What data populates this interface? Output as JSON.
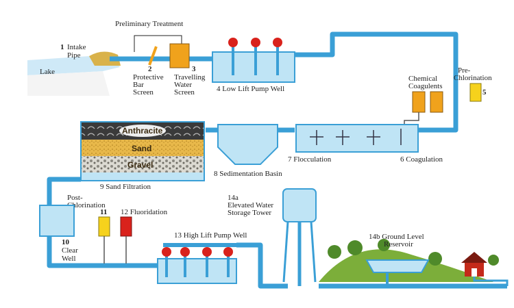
{
  "diagram": {
    "header_label": "Preliminary Treatment",
    "labels": {
      "intake_num": "1",
      "intake": "Intake",
      "pipe": "Pipe",
      "lake": "Lake",
      "screen_num": "2",
      "protective": "Protective",
      "bar": "Bar",
      "screen": "Screen",
      "travel_num": "3",
      "travelling": "Travelling",
      "water": "Water",
      "screen2": "Screen",
      "low_lift": "4 Low Lift Pump Well",
      "prechlor_a": "Pre-",
      "prechlor_b": "Chlorination",
      "prechlor_num": "5",
      "chem_a": "Chemical",
      "chem_b": "Coagulents",
      "coagulation": "6 Coagulation",
      "flocculation": "7 Flocculation",
      "sedimentation": "8 Sedimentation Basin",
      "sand_filtration": "9 Sand Filtration",
      "anthracite": "Anthracite",
      "sand": "Sand",
      "gravel": "Gravel",
      "postchlor_a": "Post-",
      "postchlor_b": "Chlorination",
      "clear_num": "10",
      "clear": "Clear",
      "well": "Well",
      "num11": "11",
      "fluor": "12 Fluoridation",
      "high_lift": "13 High Lift Pump Well",
      "tower_num": "14a",
      "tower_a": "Elevated Water",
      "tower_b": "Storage Tower",
      "res_a": "14b Ground Level",
      "res_b": "Reservoir"
    },
    "colors": {
      "pipe": "#3a9fd6",
      "water": "#bfe4f5",
      "pump": "#d9221c",
      "tank_orange": "#f0a21c",
      "tank_yellow": "#f6d21c",
      "tank_red": "#d9221c",
      "grass": "#7cae3a",
      "roof": "#c42a1a"
    }
  }
}
